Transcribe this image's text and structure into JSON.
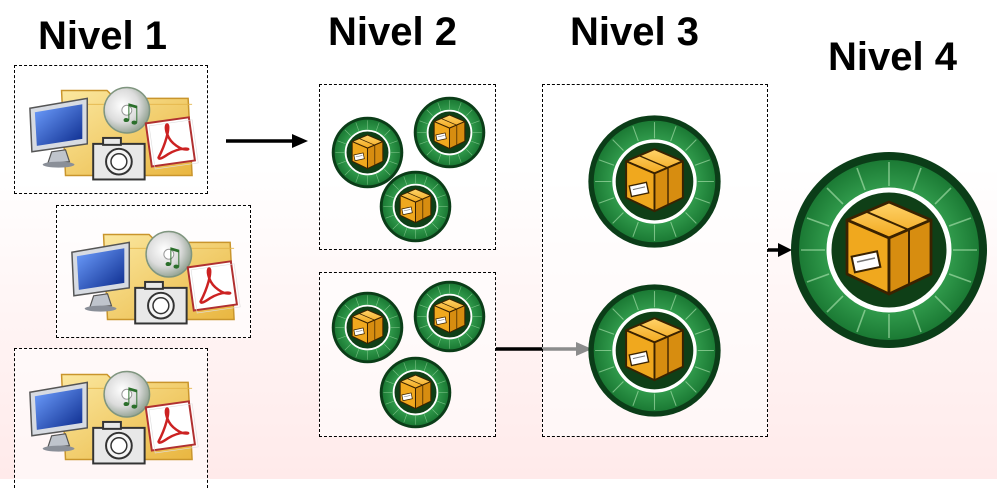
{
  "levels": [
    {
      "title": "Nivel 1"
    },
    {
      "title": "Nivel 2"
    },
    {
      "title": "Nivel 3"
    },
    {
      "title": "Nivel 4"
    }
  ],
  "icons": {
    "file_group": [
      "monitor-icon",
      "folder-icon",
      "music-disc-icon",
      "pdf-icon",
      "camera-icon"
    ],
    "package": "package-badge-icon"
  },
  "colors": {
    "badge_green": "#1f8a3a",
    "badge_ring": "#0b3d18",
    "box_orange": "#f0a81e",
    "line": "#000000"
  }
}
